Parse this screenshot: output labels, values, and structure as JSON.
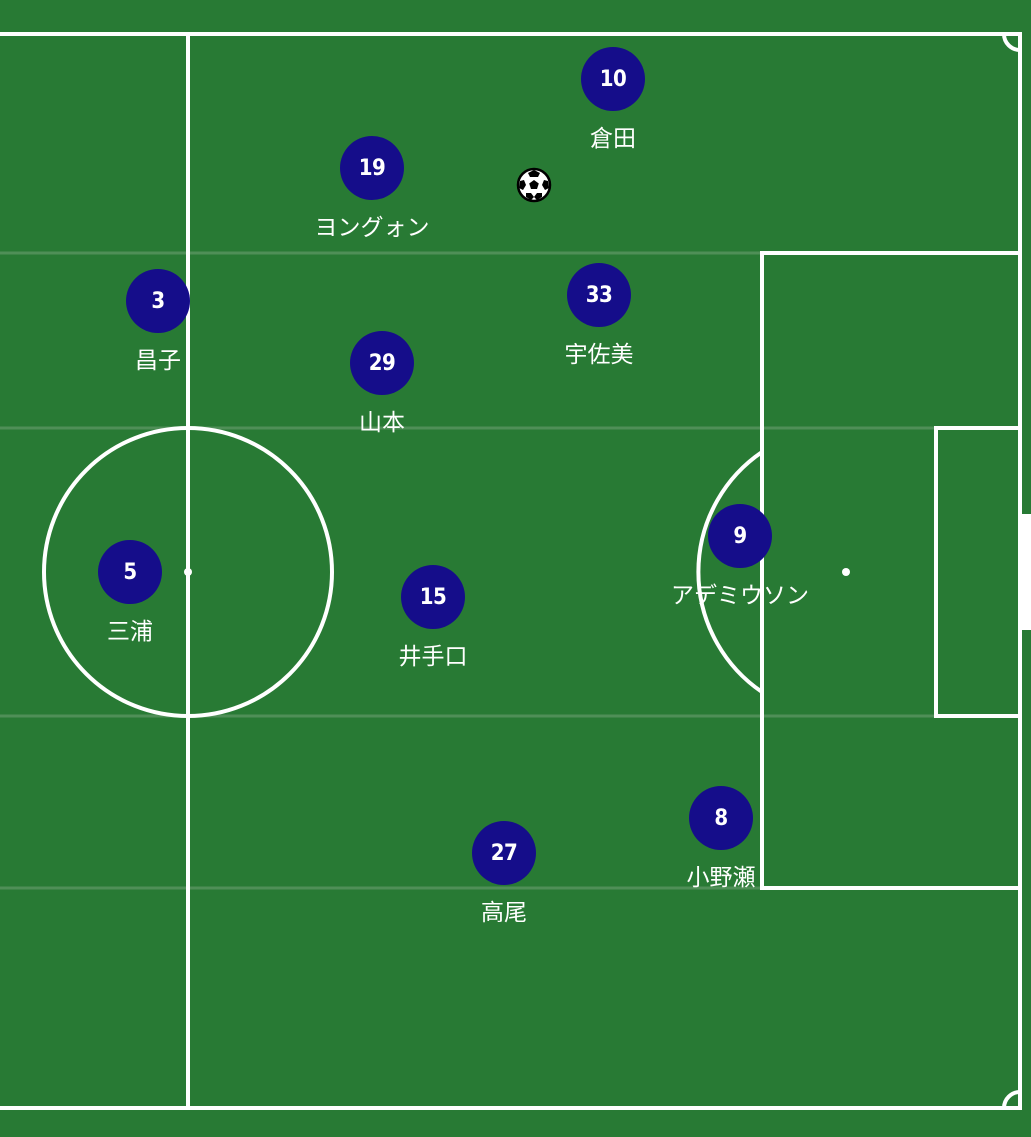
{
  "colors": {
    "pitch": "#287a34",
    "lines": "#ffffff",
    "stripe_lines": "#4f8f57",
    "player_badge": "#150d8a",
    "player_text": "#ffffff"
  },
  "players": [
    {
      "number": "10",
      "name": "倉田"
    },
    {
      "number": "19",
      "name": "ヨングォン"
    },
    {
      "number": "3",
      "name": "昌子"
    },
    {
      "number": "33",
      "name": "宇佐美"
    },
    {
      "number": "29",
      "name": "山本"
    },
    {
      "number": "5",
      "name": "三浦"
    },
    {
      "number": "15",
      "name": "井手口"
    },
    {
      "number": "9",
      "name": "アデミウソン"
    },
    {
      "number": "8",
      "name": "小野瀬"
    },
    {
      "number": "27",
      "name": "高尾"
    }
  ],
  "ball": {
    "icon": "soccer-ball-icon"
  }
}
